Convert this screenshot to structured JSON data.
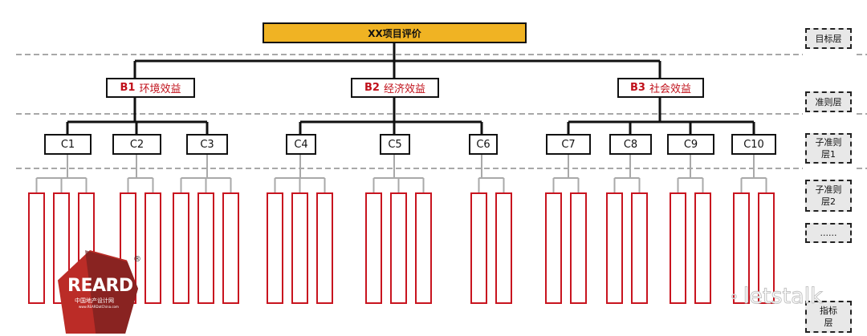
{
  "goal": {
    "label": "XX项目评价"
  },
  "criteria": [
    {
      "code": "B1",
      "name": "环境效益"
    },
    {
      "code": "B2",
      "name": "经济效益"
    },
    {
      "code": "B3",
      "name": "社会效益"
    }
  ],
  "sub_criteria": [
    "C1",
    "C2",
    "C3",
    "C4",
    "C5",
    "C6",
    "C7",
    "C8",
    "C9",
    "C10"
  ],
  "indicator_counts": [
    3,
    2,
    3,
    3,
    3,
    2,
    2,
    2,
    2,
    2
  ],
  "layers": {
    "goal_layer": "目标层",
    "criteria_layer": "准则层",
    "sub_layer_1": "子准则\n层1",
    "sub_layer_2": "子准则\n层2",
    "more": "......",
    "indicator_layer": "指标\n层"
  },
  "logo": {
    "name": "REARD",
    "cn": "中国地产设计网",
    "url": "www.REARDatChina.com",
    "reg": "®"
  },
  "watermark": {
    "text": "letstalk"
  },
  "colors": {
    "goal_fill": "#f0b323",
    "criteria_text": "#c0101a",
    "indicator_border": "#c8141f"
  }
}
